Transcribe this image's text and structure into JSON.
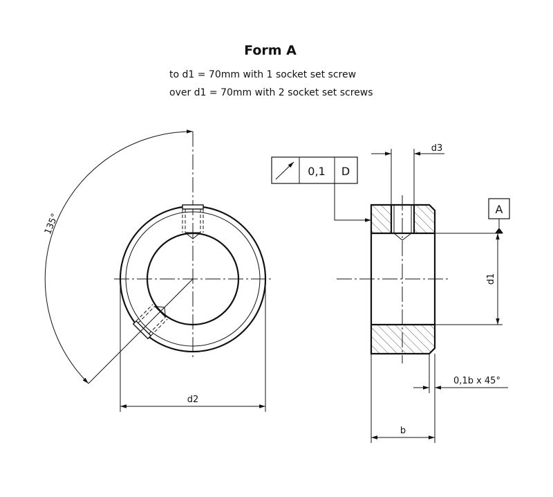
{
  "title": "Form A",
  "notes": [
    "to d1 = 70mm with 1 socket set screw",
    "over d1 = 70mm with 2 socket set screws"
  ],
  "dimensions": {
    "d1": "d1",
    "d2": "d2",
    "d3": "d3",
    "b": "b",
    "angle": "135°",
    "chamfer": "0,1b x 45°"
  },
  "tolerance_frame": {
    "value": "0,1",
    "datum": "D"
  },
  "datum_label": "A"
}
